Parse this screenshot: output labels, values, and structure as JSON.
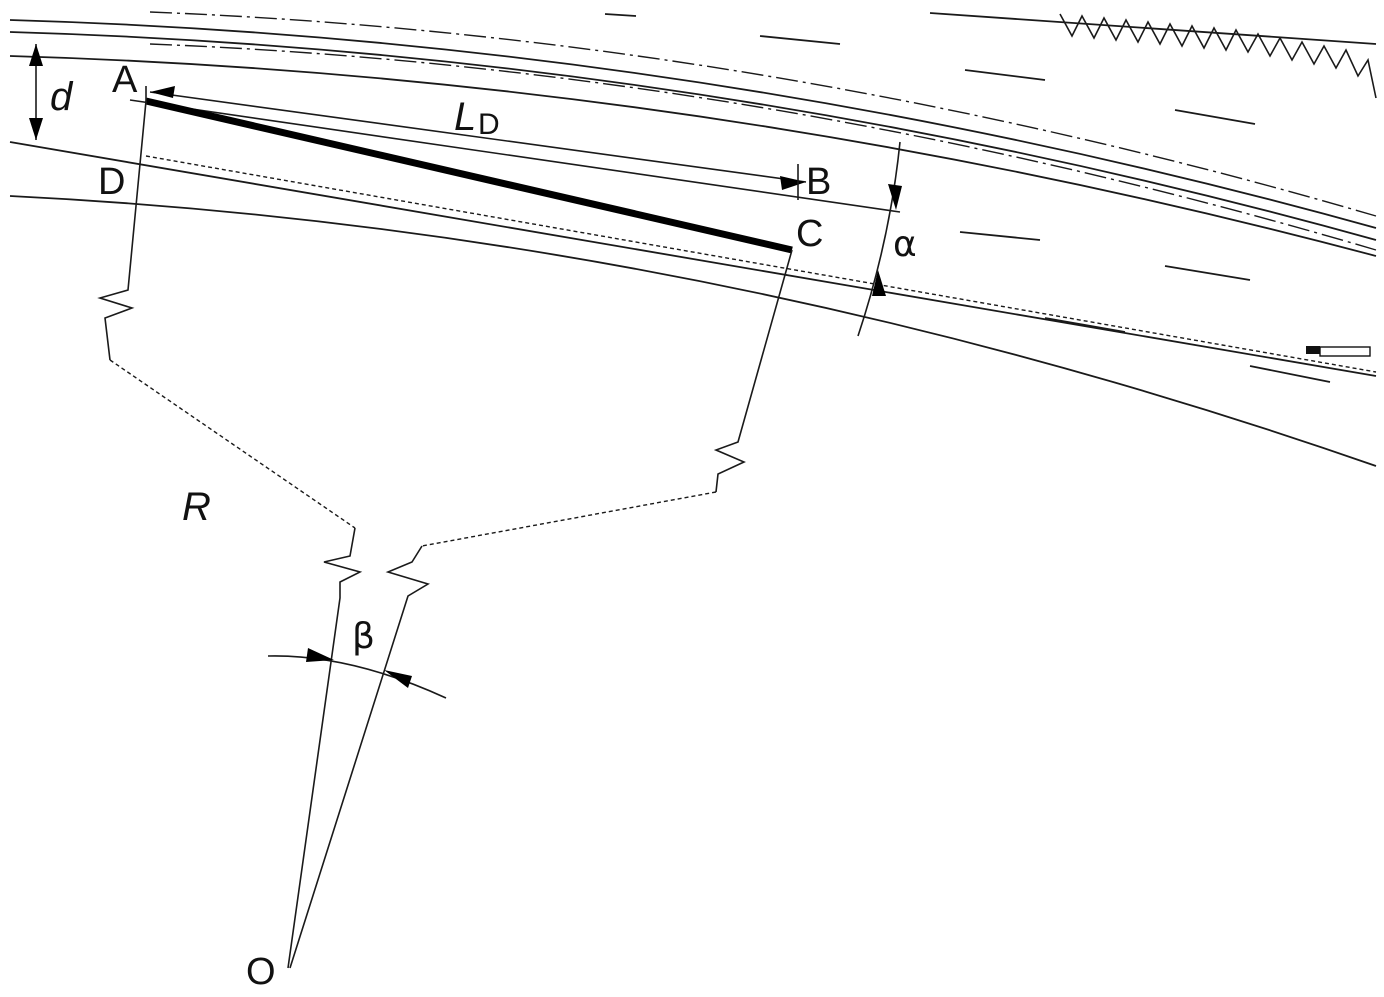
{
  "labels": {
    "a": "A",
    "b": "B",
    "c": "C",
    "d_point": "D",
    "o": "O",
    "d_dim": "d",
    "l_main": "L",
    "l_sub": "D",
    "alpha": "α",
    "beta": "β",
    "radius": "R"
  }
}
